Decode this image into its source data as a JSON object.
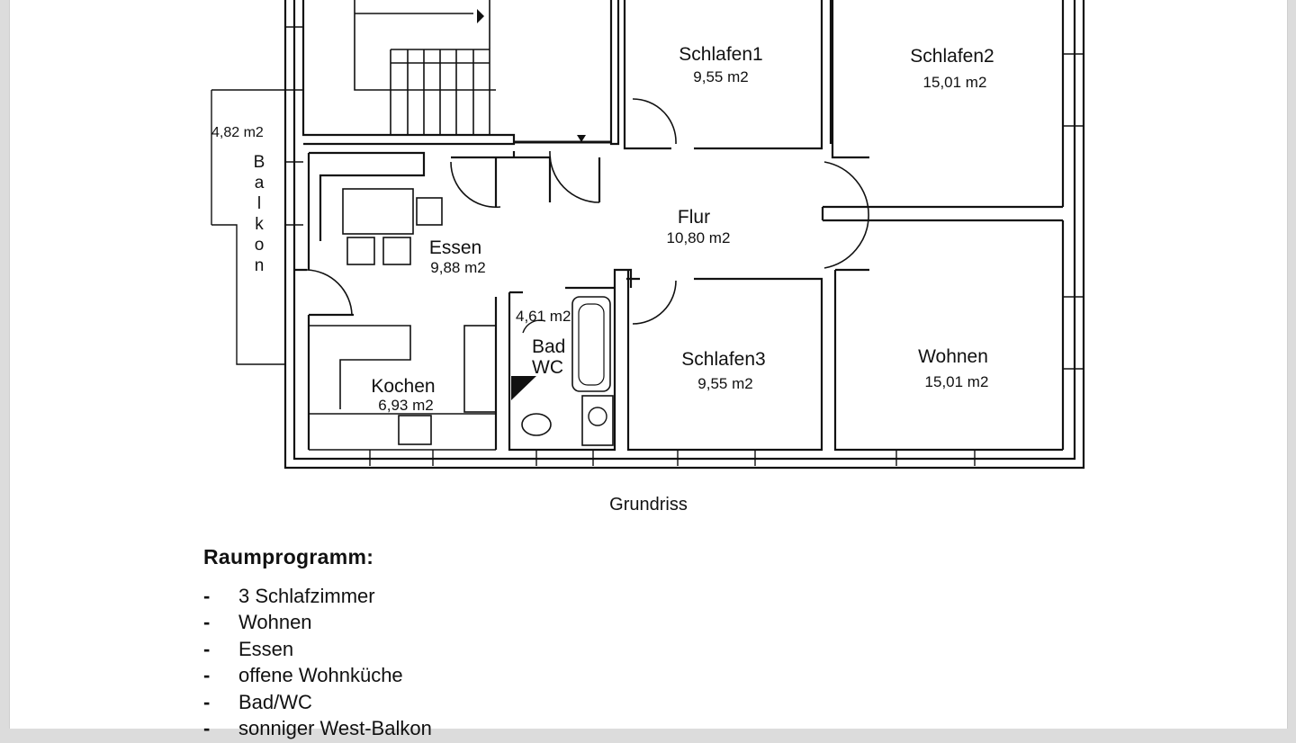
{
  "floor_plan": {
    "rooms": [
      {
        "id": "schlafen1",
        "name": "Schlafen1",
        "area": "9,55 m2"
      },
      {
        "id": "schlafen2",
        "name": "Schlafen2",
        "area": "15,01 m2"
      },
      {
        "id": "flur",
        "name": "Flur",
        "area": "10,80 m2"
      },
      {
        "id": "essen",
        "name": "Essen",
        "area": "9,88 m2"
      },
      {
        "id": "bad",
        "name": "Bad",
        "name2": "WC",
        "area": "4,61 m2"
      },
      {
        "id": "schlafen3",
        "name": "Schlafen3",
        "area": "9,55 m2"
      },
      {
        "id": "wohnen",
        "name": "Wohnen",
        "area": "15,01 m2"
      },
      {
        "id": "kochen",
        "name": "Kochen",
        "area": "6,93 m2"
      }
    ],
    "balkon": {
      "area": "4,82 m2",
      "letters": [
        "B",
        "a",
        "l",
        "k",
        "o",
        "n"
      ]
    }
  },
  "caption": "Grundriss",
  "section_title": "Raumprogramm:",
  "list_items": [
    "3 Schlafzimmer",
    "Wohnen",
    "Essen",
    "offene Wohnküche",
    "Bad/WC",
    "sonniger West-Balkon"
  ],
  "colors": {
    "line": "#111111",
    "page": "#ffffff",
    "background": "#dcdcdc"
  }
}
